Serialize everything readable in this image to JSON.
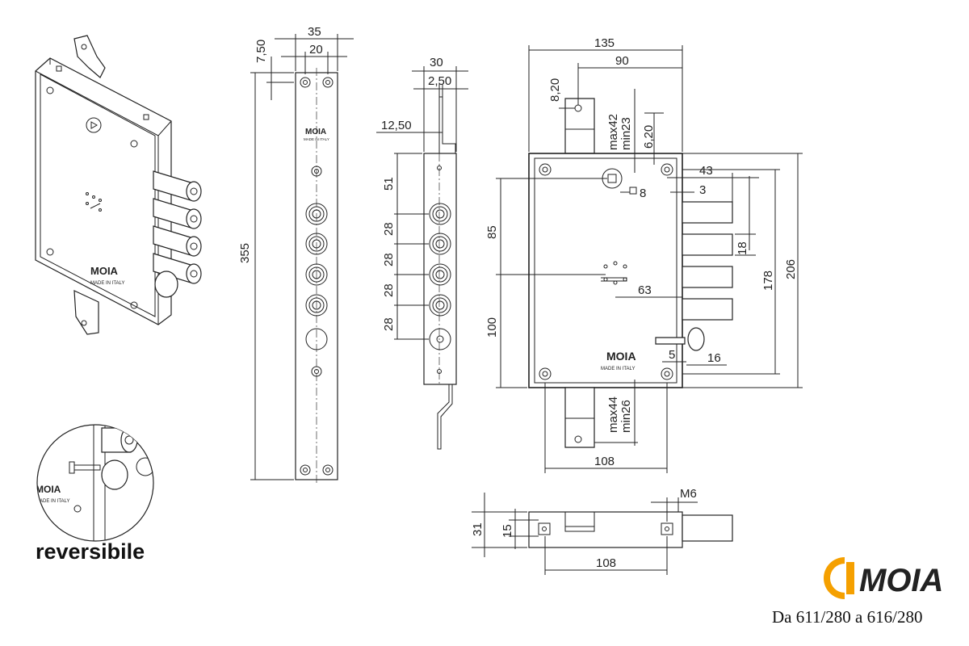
{
  "brand": {
    "name": "MOIA",
    "made_in": "MADE IN ITALY",
    "logo_color": "#f5a000"
  },
  "caption": {
    "reversible": "reversibile",
    "model": "Da 611/280 a 616/280"
  },
  "dims": {
    "strip_w35": "35",
    "strip_w20": "20",
    "strip_top": "7,50",
    "strip_h": "355",
    "side_30": "30",
    "side_250": "2,50",
    "side_1250": "12,50",
    "side_51": "51",
    "side_28": "28",
    "front_135": "135",
    "front_90": "90",
    "front_820": "8,20",
    "front_max42": "max42",
    "front_min23": "min23",
    "front_620": "6,20",
    "front_43": "43",
    "front_sq8": "8",
    "front_3": "3",
    "front_85": "85",
    "front_18": "18",
    "front_178": "178",
    "front_206": "206",
    "front_63": "63",
    "front_100": "100",
    "front_5": "5",
    "front_16": "16",
    "front_max44": "max44",
    "front_min26": "min26",
    "front_108": "108",
    "top_m6": "M6",
    "top_31": "31",
    "top_15": "15",
    "top_108": "108"
  }
}
